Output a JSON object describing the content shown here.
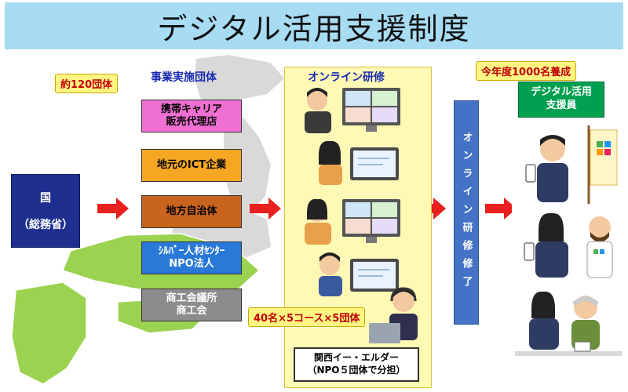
{
  "title": "デジタル活用支援制度",
  "government": {
    "line1": "国",
    "line2": "（総務省）"
  },
  "implementers": {
    "count_note": "約120団体",
    "heading": "事業実施団体",
    "items": [
      {
        "line1": "携帯キャリア",
        "line2": "販売代理店",
        "color": "#f06fd2"
      },
      {
        "line1": "地元のICT企業",
        "line2": "",
        "color": "#f5a623"
      },
      {
        "line1": "地方自治体",
        "line2": "",
        "color": "#c8641e"
      },
      {
        "line1": "ｼﾙﾊﾞｰ人材ｾﾝﾀｰ",
        "line2": "NPO法人",
        "color": "#2a78d8"
      },
      {
        "line1": "商工会議所",
        "line2": "商工会",
        "color": "#8c8c8c"
      }
    ]
  },
  "training": {
    "heading": "オンライン研修",
    "quota_note": "40名×5コース×5団体",
    "provider": {
      "line1": "関西イー・エルダー",
      "line2": "（NPO５団体で分担）"
    }
  },
  "completion_label": "オンライン研修修了",
  "supporters": {
    "target_note": "今年度1000名養成",
    "line1": "デジタル活用",
    "line2": "支援員"
  },
  "colors": {
    "title_bg": "#a8dcf3",
    "arrow": "#e8201e",
    "map_green": "#9bd24f",
    "map_gray": "#d9d9d9"
  }
}
